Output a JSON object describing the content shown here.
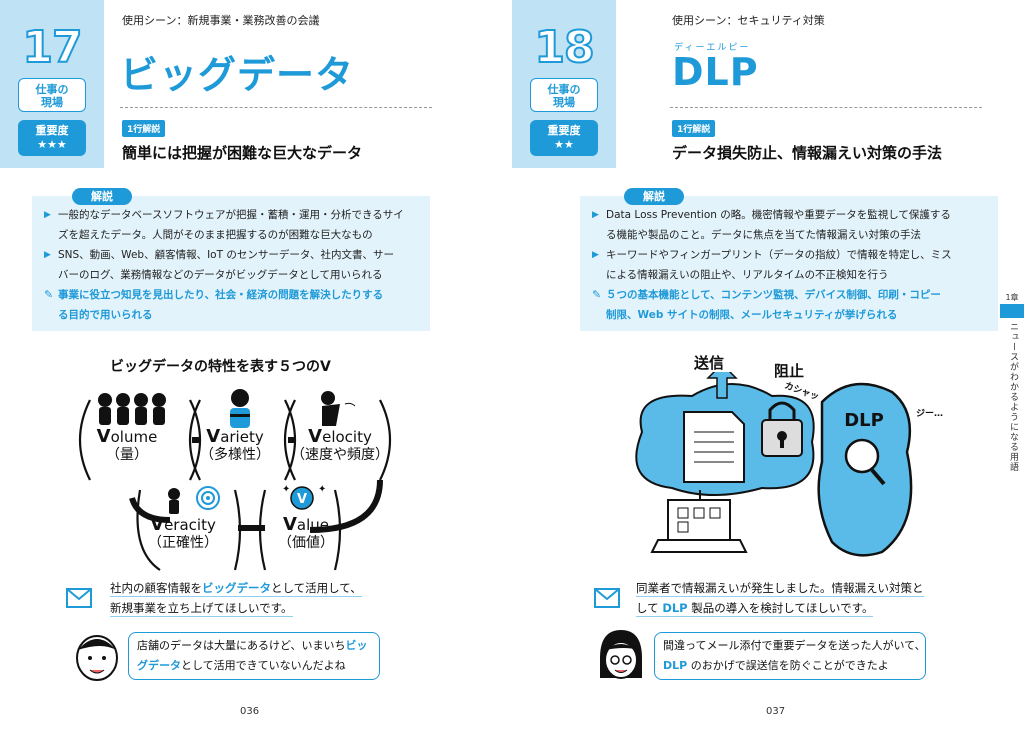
{
  "left": {
    "number": "17",
    "field_badge": "仕事の\n現場",
    "importance_label": "重要度",
    "importance_stars": "★★★",
    "scene": "使用シーン：新規事業・業務改善の会議",
    "title": "ビッグデータ",
    "oneline_tag": "1行解説",
    "oneline": "簡単には把握が困難な巨大なデータ",
    "explanation_tag": "解説",
    "explanation": [
      "一般的なデータベースソフトウェアが把握・蓄積・運用・分析できるサイ",
      "ズを超えたデータ。人間がそのまま把握するのが困難な巨大なもの",
      "SNS、動画、Web、顧客情報、IoT のセンサーデータ、社内文書、サー",
      "バーのログ、業務情報などのデータがビッグデータとして用いられる",
      "事業に役立つ知見を見出したり、社会・経済の問題を解決したりする",
      "る目的で用いられる"
    ],
    "diagram_title": "ビッグデータの特性を表す５つのV",
    "vs": [
      {
        "cap": "V",
        "rest": "olume",
        "jp": "（量）"
      },
      {
        "cap": "V",
        "rest": "ariety",
        "jp": "（多様性）"
      },
      {
        "cap": "V",
        "rest": "elocity",
        "jp": "（速度や頻度）"
      },
      {
        "cap": "V",
        "rest": "eracity",
        "jp": "（正確性）"
      },
      {
        "cap": "V",
        "rest": "alue",
        "jp": "（価値）"
      }
    ],
    "message_line1_pre": "社内の顧客情報を",
    "message_line1_hl": "ビッグデータ",
    "message_line1_post": "として活用して、",
    "message_line2": "新規事業を立ち上げてほしいです。",
    "bubble_line1_pre": "店舗のデータは大量にあるけど、いまいち",
    "bubble_line1_hl": "ビッ",
    "bubble_line2_hl": "グデータ",
    "bubble_line2_post": "として活用できていないんだよね",
    "page_number": "036"
  },
  "right": {
    "number": "18",
    "field_badge": "仕事の\n現場",
    "importance_label": "重要度",
    "importance_stars": "★★",
    "scene": "使用シーン：セキュリティ対策",
    "ruby": "ディーエルピー",
    "title": "DLP",
    "oneline_tag": "1行解説",
    "oneline": "データ損失防止、情報漏えい対策の手法",
    "explanation_tag": "解説",
    "explanation": [
      "Data Loss Prevention の略。機密情報や重要データを監視して保護する",
      "る機能や製品のこと。データに焦点を当てた情報漏えい対策の手法",
      "キーワードやフィンガープリント（データの指紋）で情報を特定し、ミス",
      "による情報漏えいの阻止や、リアルタイムの不正検知を行う",
      "５つの基本機能として、コンテンツ監視、デバイス制御、印刷・コピー",
      "制限、Web サイトの制限、メールセキュリティが挙げられる"
    ],
    "illustration": {
      "send_label": "送信",
      "block_label": "阻止",
      "sfx": "カシャッ",
      "sfx2": "ジー…",
      "character_text": "DLP"
    },
    "message_line1": "同業者で情報漏えいが発生しました。情報漏えい対策と",
    "message_line2_pre": "して ",
    "message_line2_hl": "DLP",
    "message_line2_post": " 製品の導入を検討してほしいです。",
    "bubble_line1": "間違ってメール添付で重要データを送った人がいて、",
    "bubble_line2_hl": "DLP",
    "bubble_line2_post": " のおかげで誤送信を防ぐことができたよ",
    "page_number": "037"
  },
  "chapter": {
    "label": "1章",
    "title": "ニュースがわかるようになる用語"
  },
  "colors": {
    "accent": "#1f9ad8",
    "light_bg": "#e3f3fb",
    "header_bg": "#bfe3f5"
  }
}
